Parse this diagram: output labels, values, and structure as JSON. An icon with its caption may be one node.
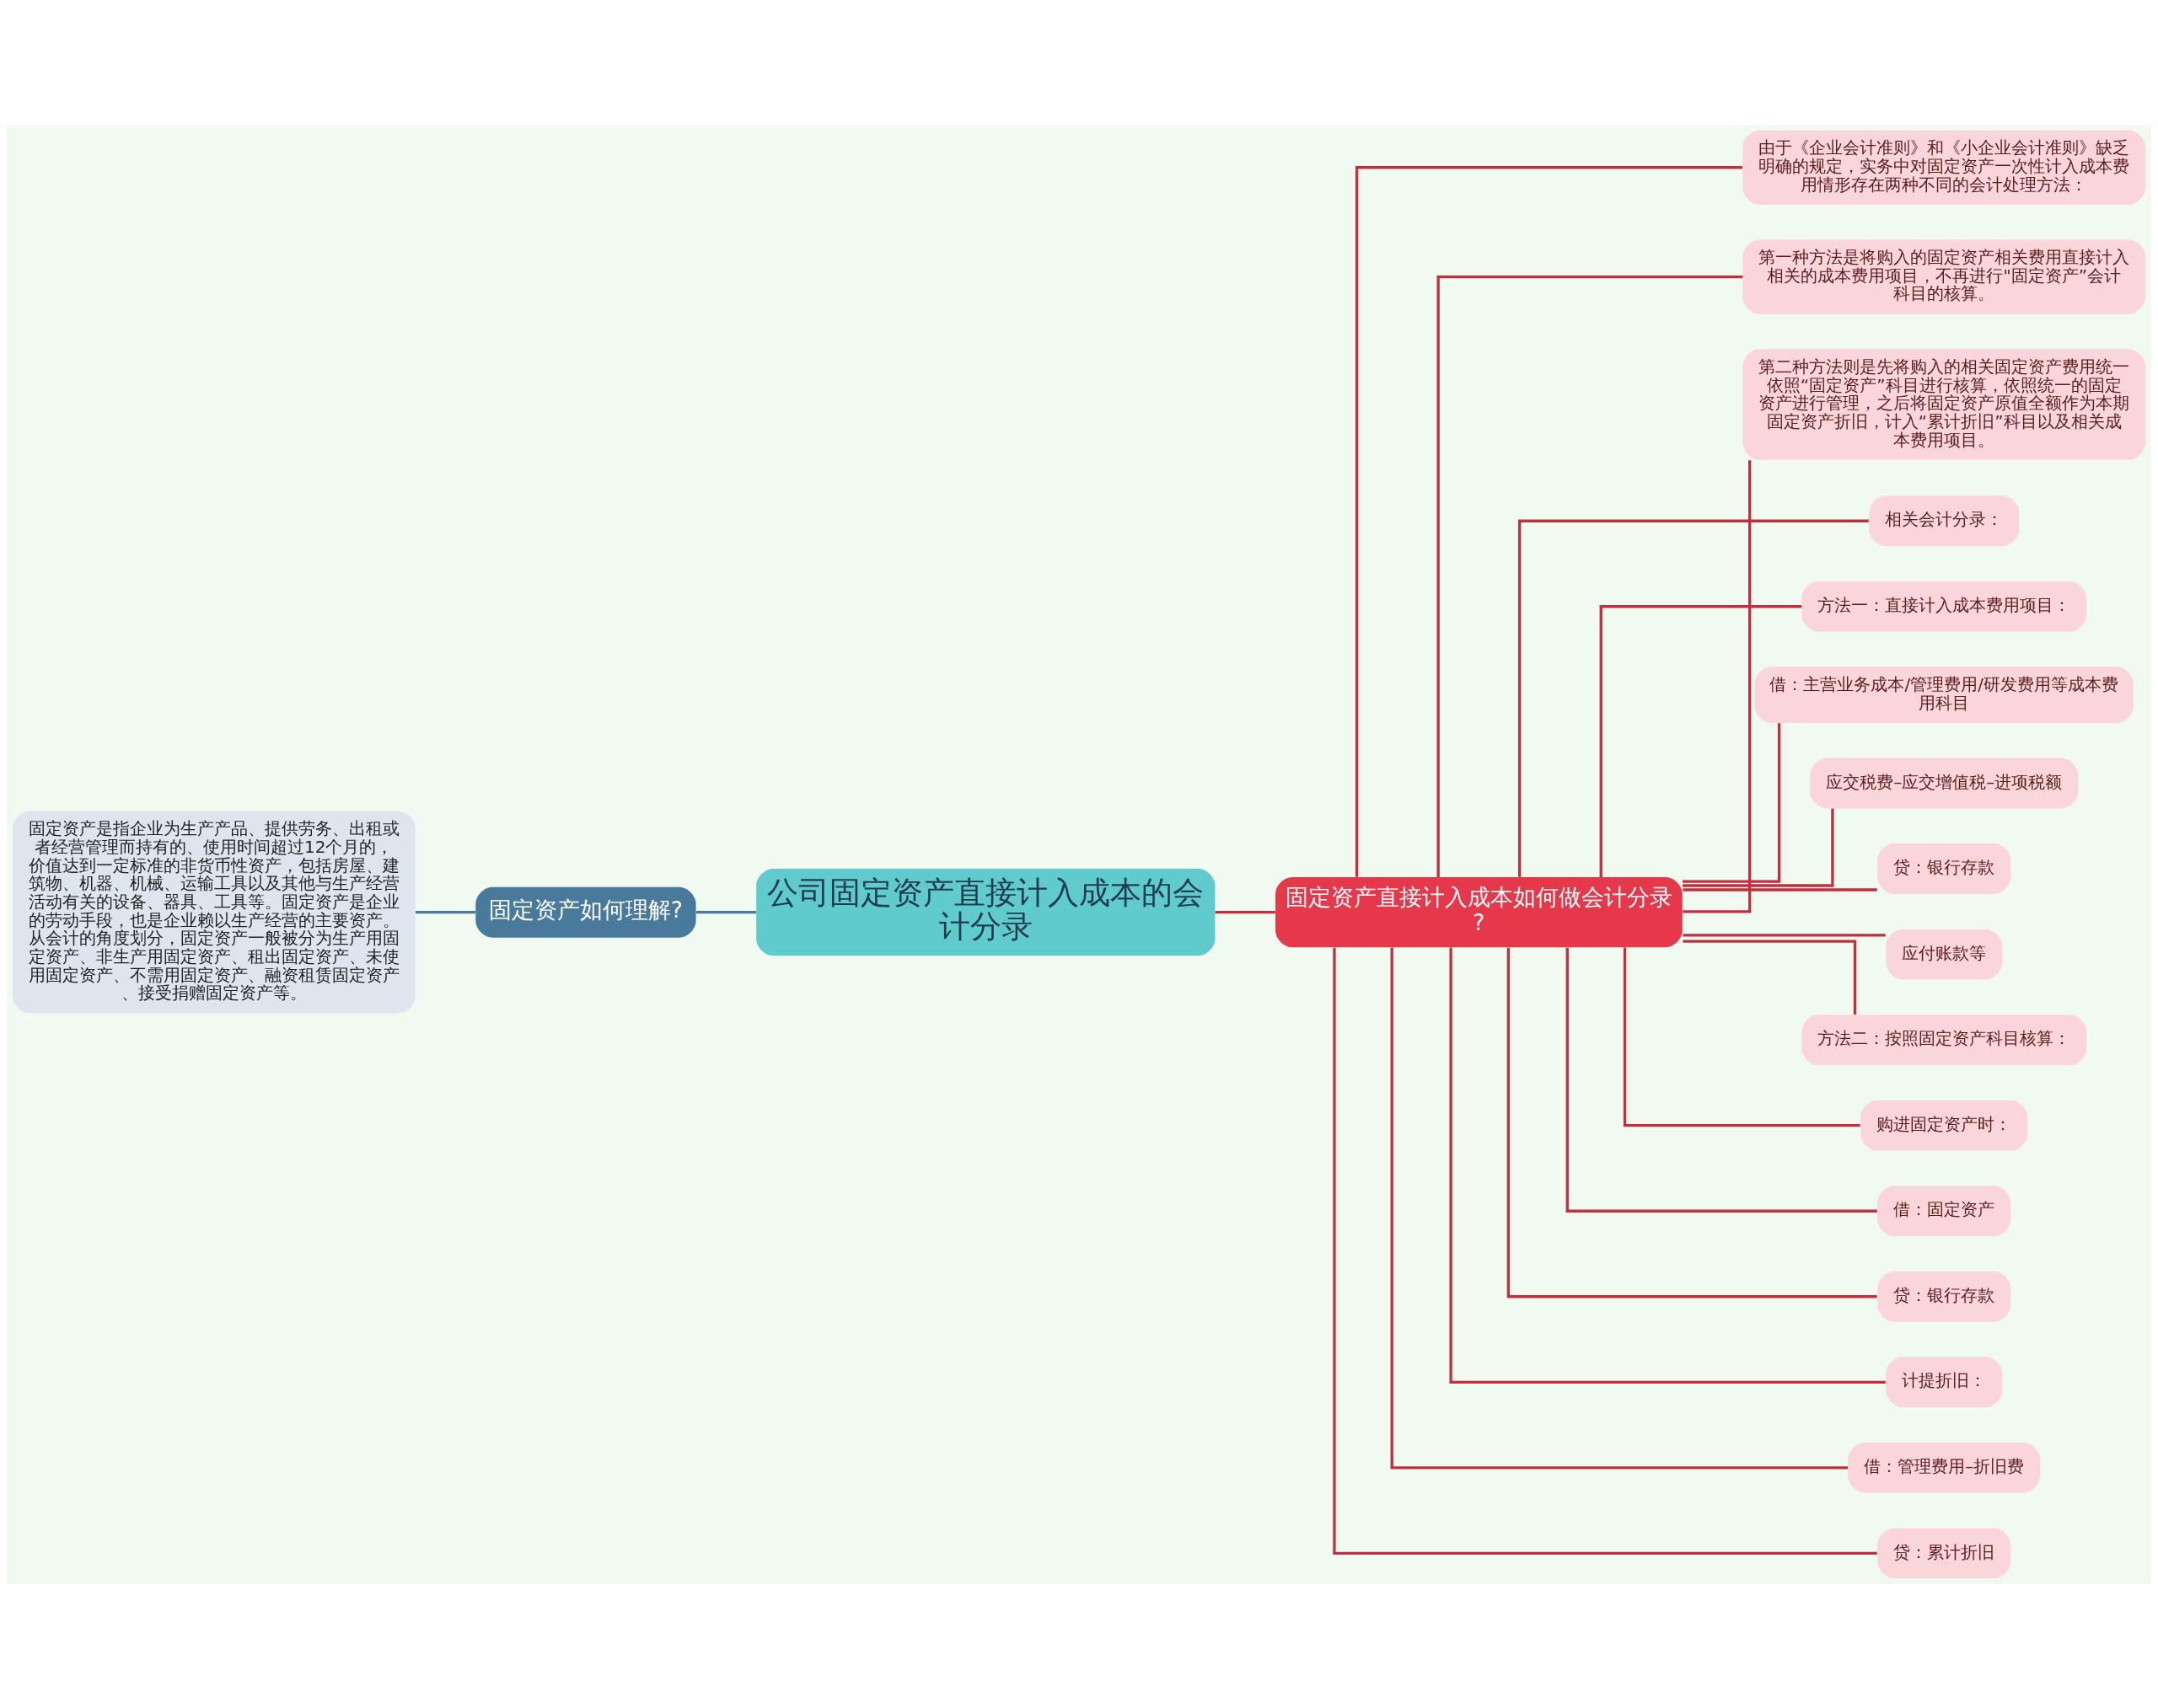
{
  "diagram": {
    "nodes": [
      {
        "text": [
          "公司固定资产直接计入成本的会计分录"
        ]
      },
      {
        "text": [
          "固定资产如何理解?"
        ]
      },
      {
        "text": [
          "固定资产是指企业为生产产品、提供劳务、出租或者经营管理而持有的、使用时间超过12个月的，价值达到一定标准的非货币性资产，包括房屋、建筑物、机器、机械、运输工具以及其他与生产经营活动有关的设备、器具、工具等。固定资产是企业的劳动手段，也是企业赖以生产经营的主要资产。从会计的角度划分，固定资产一般被分为生产用固定资产、非生产用固定资产、租出固定资产、未使用固定资产、不需用固定资产、融资租赁固定资产、接受捐赠固定资产等。"
        ]
      },
      {
        "text": [
          "固定资产直接计入成本如何做会计分录?"
        ]
      },
      {
        "text": [
          "由于《企业会计准则》和《小企业会计准则》缺乏明确的规定，实务中对固定资产一次性计入成本费用情形存在两种不同的会计处理方法："
        ]
      },
      {
        "text": [
          "第一种方法是将购入的固定资产相关费用直接计入相关的成本费用项目，不再进行\"固定资产”会计科目的核算。"
        ]
      },
      {
        "text": [
          "第二种方法则是先将购入的相关固定资产费用统一依照“固定资产”科目进行核算，依照统一的固定资产进行管理，之后将固定资产原值全额作为本期固定资产折旧，计入“累计折旧”科目以及相关成本费用项目。"
        ]
      },
      {
        "text": [
          "相关会计分录："
        ]
      },
      {
        "text": [
          "方法一：直接计入成本费用项目："
        ]
      },
      {
        "text": [
          "借：主营业务成本/管理费用/研发费用等成本费用科目"
        ]
      },
      {
        "text": [
          "应交税费–应交增值税–进项税额"
        ]
      },
      {
        "text": [
          "贷：银行存款"
        ]
      },
      {
        "text": [
          "应付账款等"
        ]
      },
      {
        "text": [
          "方法二：按照固定资产科目核算："
        ]
      },
      {
        "text": [
          "购进固定资产时："
        ]
      },
      {
        "text": [
          "借：固定资产"
        ]
      },
      {
        "text": [
          "贷：银行存款"
        ]
      },
      {
        "text": [
          "计提折旧："
        ]
      },
      {
        "text": [
          "借：管理费用–折旧费"
        ]
      },
      {
        "text": [
          "贷：累计折旧"
        ]
      }
    ],
    "edges": [
      {
        "from": 0,
        "to": 1,
        "arrow": "none",
        "color": "#4a7a9b"
      },
      {
        "from": 1,
        "to": 2,
        "arrow": "none",
        "color": "#4a7a9b"
      },
      {
        "from": 0,
        "to": 3,
        "arrow": "none"
      },
      {
        "from": 3,
        "to": 4,
        "arrow": "none"
      },
      {
        "from": 3,
        "to": 5,
        "arrow": "none"
      },
      {
        "from": 3,
        "to": 6,
        "arrow": "none"
      },
      {
        "from": 3,
        "to": 7,
        "arrow": "none"
      },
      {
        "from": 3,
        "to": 8,
        "arrow": "none"
      },
      {
        "from": 3,
        "to": 9,
        "arrow": "none"
      },
      {
        "from": 3,
        "to": 10,
        "arrow": "none"
      },
      {
        "from": 3,
        "to": 11,
        "arrow": "none"
      },
      {
        "from": 3,
        "to": 12,
        "arrow": "none"
      },
      {
        "from": 3,
        "to": 13,
        "arrow": "none"
      },
      {
        "from": 3,
        "to": 14,
        "arrow": "none"
      },
      {
        "from": 3,
        "to": 15,
        "arrow": "none"
      },
      {
        "from": 3,
        "to": 16,
        "arrow": "none"
      },
      {
        "from": 3,
        "to": 17,
        "arrow": "none"
      },
      {
        "from": 3,
        "to": 18,
        "arrow": "none"
      },
      {
        "from": 3,
        "to": 19,
        "arrow": "none"
      }
    ]
  }
}
